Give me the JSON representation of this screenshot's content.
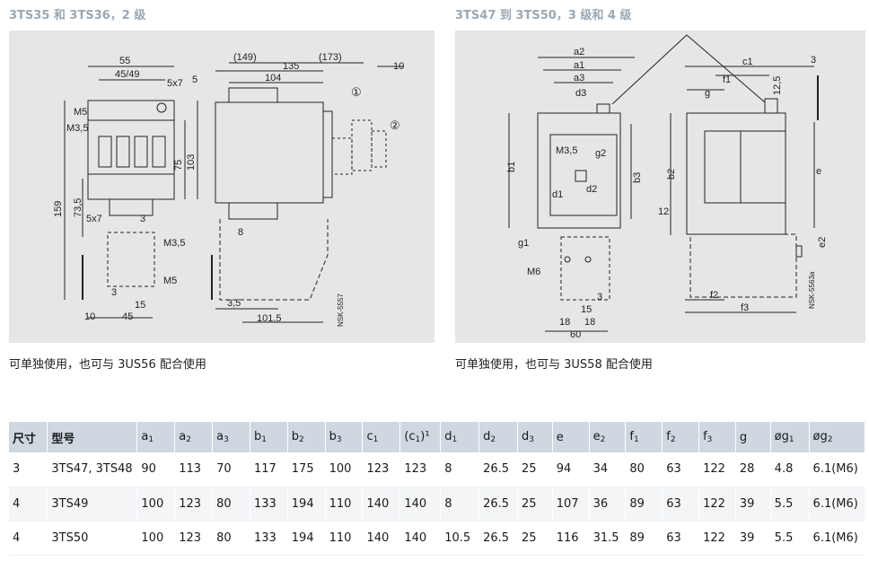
{
  "headings": {
    "left": "3TS35 和 3TS36，2 级",
    "right": "3TS47 到 3TS50，3 级和 4 级"
  },
  "captions": {
    "left": "可单独使用，也可与 3US56 配合使用",
    "right": "可单独使用，也可与 3US58 配合使用"
  },
  "drawing_left": {
    "dims": [
      "55",
      "45/49",
      "5x7",
      "M5",
      "M3,5",
      "159",
      "73,5",
      "75",
      "103",
      "5x7",
      "3",
      "M3,5",
      "M5",
      "3",
      "15",
      "10",
      "45",
      "(149)",
      "135",
      "(173)",
      "5",
      "104",
      "10",
      "8",
      "3,5",
      "101,5",
      "NSK-5557"
    ],
    "callout_1": "①",
    "callout_2": "②"
  },
  "drawing_right": {
    "dims": [
      "a2",
      "a1",
      "a3",
      "d3",
      "b1",
      "M3,5",
      "g2",
      "b3",
      "d1",
      "d2",
      "g1",
      "M6",
      "3",
      "15",
      "18",
      "18",
      "60",
      "c1",
      "f1",
      "g",
      "12,5",
      "3",
      "b2",
      "e",
      "12",
      "e2",
      "f2",
      "f3",
      "NSK-5563a"
    ]
  },
  "table": {
    "headers": [
      {
        "main": "尺寸",
        "sub": "",
        "strong": true
      },
      {
        "main": "型号",
        "sub": "",
        "strong": true
      },
      {
        "main": "a",
        "sub": "1"
      },
      {
        "main": "a",
        "sub": "2"
      },
      {
        "main": "a",
        "sub": "3"
      },
      {
        "main": "b",
        "sub": "1"
      },
      {
        "main": "b",
        "sub": "2"
      },
      {
        "main": "b",
        "sub": "3"
      },
      {
        "main": "c",
        "sub": "1"
      },
      {
        "main": "(c",
        "sub": "1",
        "tail": ")¹"
      },
      {
        "main": "d",
        "sub": "1"
      },
      {
        "main": "d",
        "sub": "2"
      },
      {
        "main": "d",
        "sub": "3"
      },
      {
        "main": "e",
        "sub": ""
      },
      {
        "main": "e",
        "sub": "2"
      },
      {
        "main": "f",
        "sub": "1"
      },
      {
        "main": "f",
        "sub": "2"
      },
      {
        "main": "f",
        "sub": "3"
      },
      {
        "main": "g",
        "sub": ""
      },
      {
        "main": "øg",
        "sub": "1"
      },
      {
        "main": "øg",
        "sub": "2"
      }
    ],
    "rows": [
      [
        "3",
        "3TS47, 3TS48",
        "90",
        "113",
        "70",
        "117",
        "175",
        "100",
        "123",
        "123",
        "8",
        "26.5",
        "25",
        "94",
        "34",
        "80",
        "63",
        "122",
        "28",
        "4.8",
        "6.1(M6)"
      ],
      [
        "4",
        "3TS49",
        "100",
        "123",
        "80",
        "133",
        "194",
        "110",
        "140",
        "140",
        "8",
        "26.5",
        "25",
        "107",
        "36",
        "89",
        "63",
        "122",
        "39",
        "5.5",
        "6.1(M6)"
      ],
      [
        "4",
        "3TS50",
        "100",
        "123",
        "80",
        "133",
        "194",
        "110",
        "140",
        "140",
        "10.5",
        "26.5",
        "25",
        "116",
        "31.5",
        "89",
        "63",
        "122",
        "39",
        "5.5",
        "6.1(M6)"
      ]
    ]
  }
}
